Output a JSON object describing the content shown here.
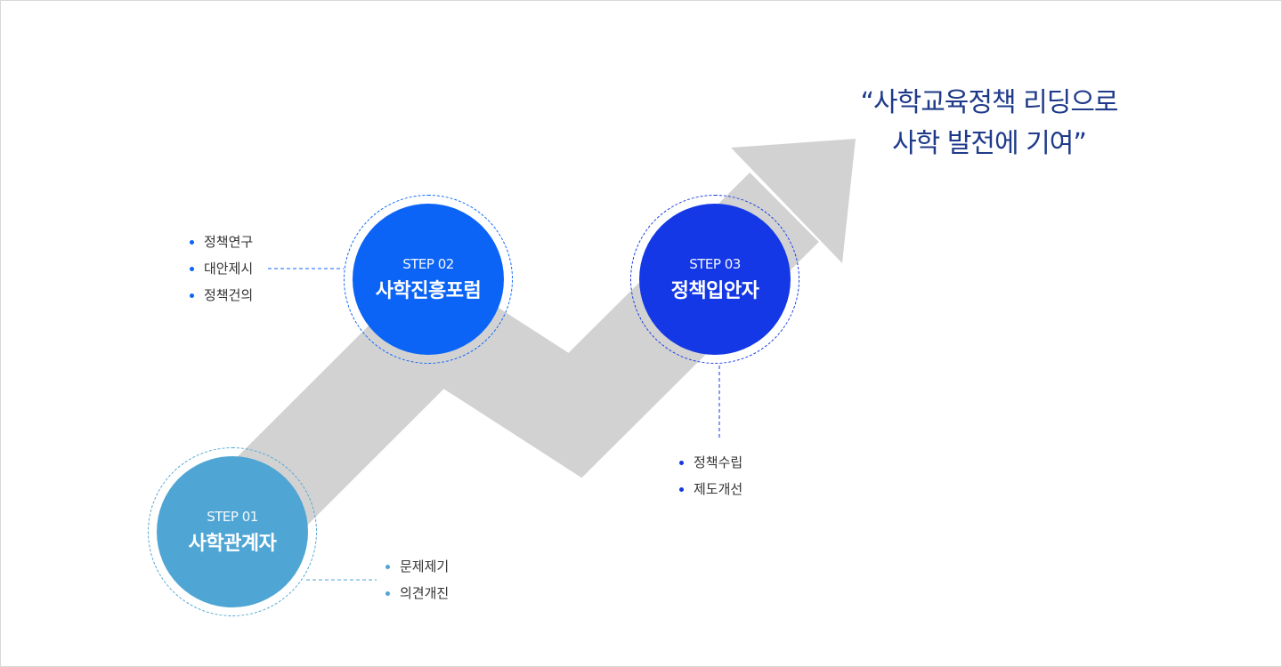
{
  "colors": {
    "arrow": "#d2d2d2",
    "step1": "#4fa5d4",
    "step2": "#0b64f5",
    "step3": "#1438e6",
    "quote": "#1f3a8a"
  },
  "quote": {
    "line1": "“사학교육정책 리딩으로",
    "line2": "사학 발전에 기여”"
  },
  "steps": [
    {
      "number": "STEP 01",
      "title": "사학관계자",
      "items": [
        "문제제기",
        "의견개진"
      ]
    },
    {
      "number": "STEP 02",
      "title": "사학진흥포럼",
      "items": [
        "정책연구",
        "대안제시",
        "정책건의"
      ]
    },
    {
      "number": "STEP 03",
      "title": "정책입안자",
      "items": [
        "정책수립",
        "제도개선"
      ]
    }
  ]
}
